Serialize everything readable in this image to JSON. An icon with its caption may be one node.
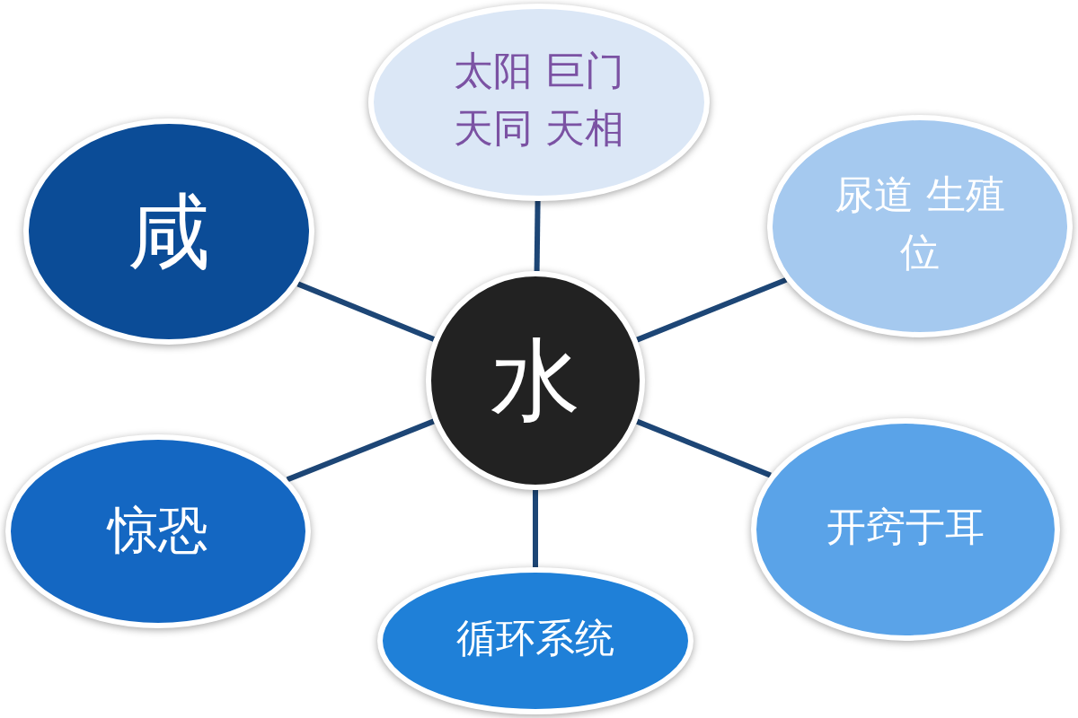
{
  "diagram": {
    "nodes": [
      {
        "text": [
          "太阳 巨门天同 天相"
        ]
      },
      {
        "text": [
          "咸"
        ]
      },
      {
        "text": [
          "尿道 生殖位"
        ]
      },
      {
        "text": [
          "水"
        ]
      },
      {
        "text": [
          "惊恐"
        ]
      },
      {
        "text": [
          "开窍于耳"
        ]
      },
      {
        "text": [
          "循环系统"
        ]
      }
    ],
    "edges": [
      {
        "from": 3,
        "to": 0,
        "arrow": "none"
      },
      {
        "from": 3,
        "to": 1,
        "arrow": "none"
      },
      {
        "from": 3,
        "to": 2,
        "arrow": "none"
      },
      {
        "from": 3,
        "to": 4,
        "arrow": "none"
      },
      {
        "from": 3,
        "to": 5,
        "arrow": "none"
      },
      {
        "from": 3,
        "to": 6,
        "arrow": "none"
      }
    ]
  }
}
